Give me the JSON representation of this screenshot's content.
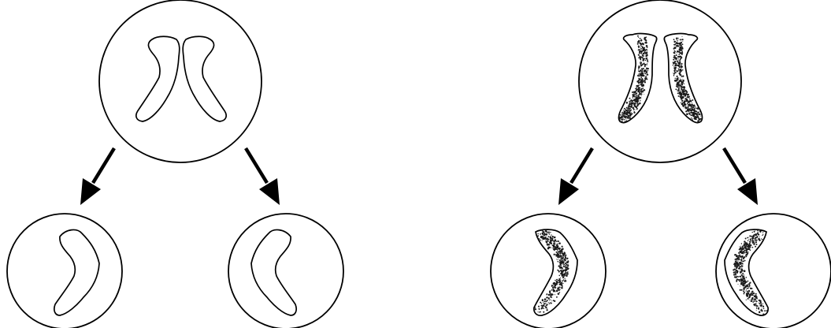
{
  "diagram": {
    "type": "chromosome-separation",
    "panels": [
      {
        "name": "plain",
        "parent": {
          "chromatids": [
            "left",
            "right"
          ],
          "label_marking": false
        },
        "daughters": [
          {
            "chromatid": "left",
            "label_marking": false
          },
          {
            "chromatid": "right",
            "label_marking": false
          }
        ]
      },
      {
        "name": "labeled",
        "parent": {
          "chromatids": [
            "left",
            "right"
          ],
          "label_marking": true
        },
        "daughters": [
          {
            "chromatid": "left",
            "label_marking": true
          },
          {
            "chromatid": "right",
            "label_marking": true
          }
        ]
      }
    ],
    "colors": {
      "stroke": "#000000",
      "fill": "#ffffff",
      "speckle": "#1a1a1a"
    }
  }
}
